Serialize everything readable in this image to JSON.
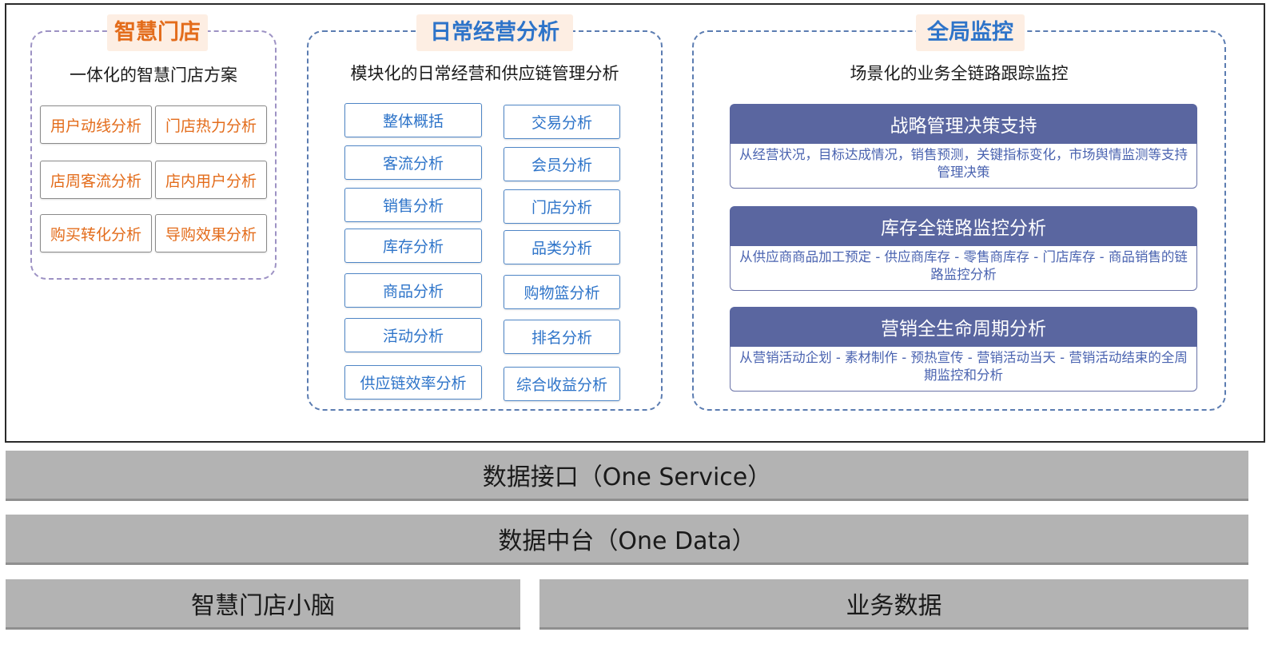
{
  "smart_store": {
    "tag": "智慧门店",
    "subtitle": "一体化的智慧门店方案",
    "items": [
      "用户动线分析",
      "门店热力分析",
      "店周客流分析",
      "店内用户分析",
      "购买转化分析",
      "导购效果分析"
    ]
  },
  "daily_ops": {
    "tag": "日常经营分析",
    "subtitle": "模块化的日常经营和供应链管理分析",
    "left_items": [
      "整体概括",
      "客流分析",
      "销售分析",
      "库存分析",
      "商品分析",
      "活动分析",
      "供应链效率分析"
    ],
    "right_items": [
      "交易分析",
      "会员分析",
      "门店分析",
      "品类分析",
      "购物篮分析",
      "排名分析",
      "综合收益分析"
    ]
  },
  "global_monitor": {
    "tag": "全局监控",
    "subtitle": "场景化的业务全链路跟踪监控",
    "cards": [
      {
        "title": "战略管理决策支持",
        "desc": "从经营状况，目标达成情况，销售预测，关键指标变化，市场舆情监测等支持管理决策"
      },
      {
        "title": "库存全链路监控分析",
        "desc": "从供应商商品加工预定 - 供应商库存 - 零售商库存 - 门店库存 - 商品销售的链路监控分析"
      },
      {
        "title": "营销全生命周期分析",
        "desc": "从营销活动企划 - 素材制作 - 预热宣传 - 营销活动当天 - 营销活动结束的全周期监控和分析"
      }
    ]
  },
  "layers": {
    "service": "数据接口（One Service）",
    "data": "数据中台（One Data）",
    "brain": "智慧门店小脑",
    "business": "业务数据"
  },
  "colors": {
    "orange_accent": "#e36c1b",
    "blue_accent": "#2e74c9",
    "card_header": "#5a66a0",
    "tag_background": "#fdeee3",
    "layer_gray": "#b3b3b3"
  }
}
